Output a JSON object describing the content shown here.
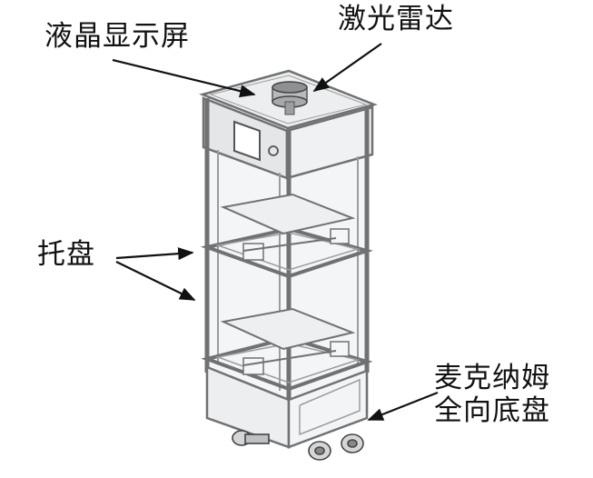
{
  "labels": {
    "lcd_screen": "液晶显示屏",
    "lidar": "激光雷达",
    "tray": "托盘",
    "chassis_line1": "麦克纳姆",
    "chassis_line2": "全向底盘"
  },
  "colors": {
    "frame": "#6f7173",
    "frame_light": "#9a9c9e",
    "panel": "#e9ebec",
    "glass": "#f1f3f4",
    "text": "#111111"
  }
}
